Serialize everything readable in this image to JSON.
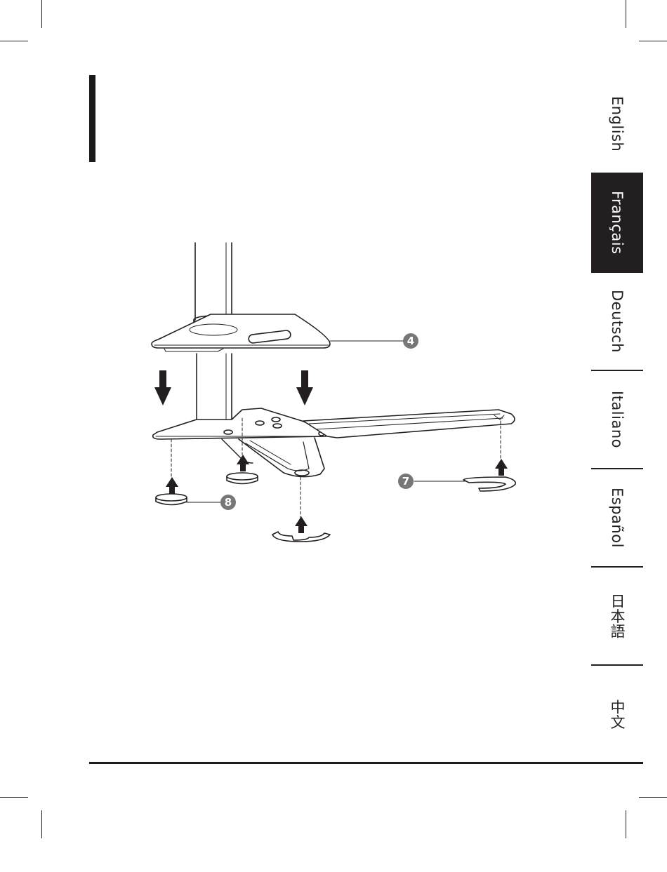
{
  "languages": [
    {
      "label": "English",
      "active": false
    },
    {
      "label": "Français",
      "active": true
    },
    {
      "label": "Deutsch",
      "active": false
    },
    {
      "label": "Italiano",
      "active": false
    },
    {
      "label": "Español",
      "active": false
    },
    {
      "label": "日本語",
      "active": false
    },
    {
      "label": "中文",
      "active": false
    }
  ],
  "callouts": {
    "top_plate": "4",
    "u_washer": "7",
    "pad": "8"
  },
  "colors": {
    "ink": "#231f20",
    "callout_fill": "#777777"
  }
}
